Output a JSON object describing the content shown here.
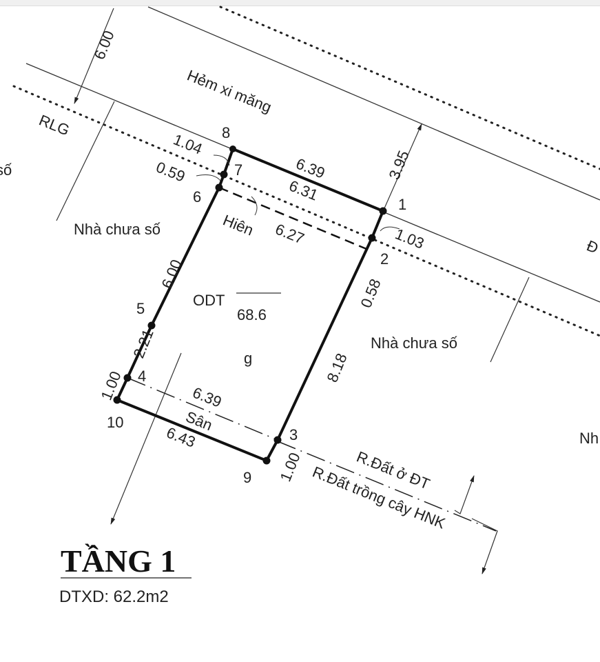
{
  "road_label": "Hẻm xi măng",
  "rlg_label": "RLG",
  "neighbors": {
    "left": "Nhà chưa số",
    "right": "Nhà chưa số",
    "left_edge_partial": "số",
    "right_edge_partial": "Nh",
    "far_right_partial": "Đ"
  },
  "points": [
    "1",
    "2",
    "3",
    "4",
    "5",
    "6",
    "7",
    "8",
    "9",
    "10"
  ],
  "dimensions": {
    "road_offset": "6.00",
    "front_offset": "3.95",
    "edge_8_1": "6.39",
    "edge_7_line": "6.31",
    "edge_6_2": "6.27",
    "edge_8_7": "1.04",
    "edge_7_6": "0.59",
    "edge_1_2": "1.03",
    "edge_2_3_top": "0.58",
    "edge_6_5": "6.00",
    "edge_5_4": "2.21",
    "edge_4_10": "1.00",
    "edge_2_3": "8.18",
    "edge_4_3": "6.39",
    "edge_10_9": "6.43",
    "edge_3_9": "1.00"
  },
  "zones": {
    "porch": "Hiên",
    "yard": "Sân",
    "land_code": "ODT",
    "land_area": "68.6",
    "parcel_mark": "g"
  },
  "boundaries": {
    "urban_residential": "R.Đất ở ĐT",
    "annual_crops": "R.Đất trồng cây HNK"
  },
  "footer": {
    "floor_title": "TẦNG 1",
    "build_area": "DTXD: 62.2m2"
  }
}
